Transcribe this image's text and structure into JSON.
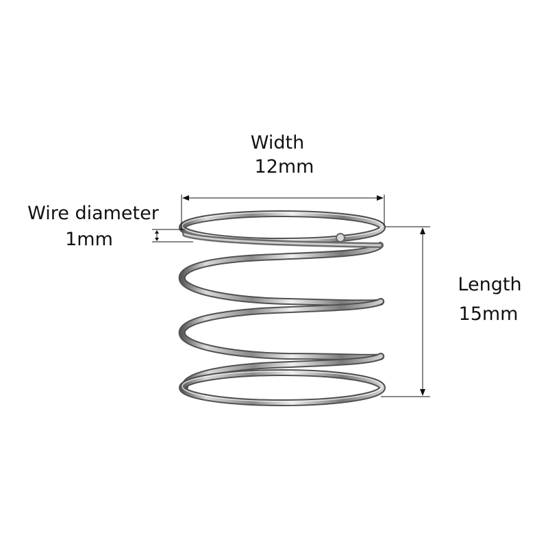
{
  "product": {
    "subject": "compression-spring",
    "colors": {
      "background": "#ffffff",
      "metal_light": "#f2f2f2",
      "metal_mid": "#a9a9a9",
      "metal_dark": "#555555",
      "annotation": "#111111"
    }
  },
  "dimensions": {
    "width": {
      "label": "Width",
      "value": "12mm"
    },
    "wire": {
      "label": "Wire diameter",
      "value": "1mm"
    },
    "length": {
      "label": "Length",
      "value": "15mm"
    }
  }
}
